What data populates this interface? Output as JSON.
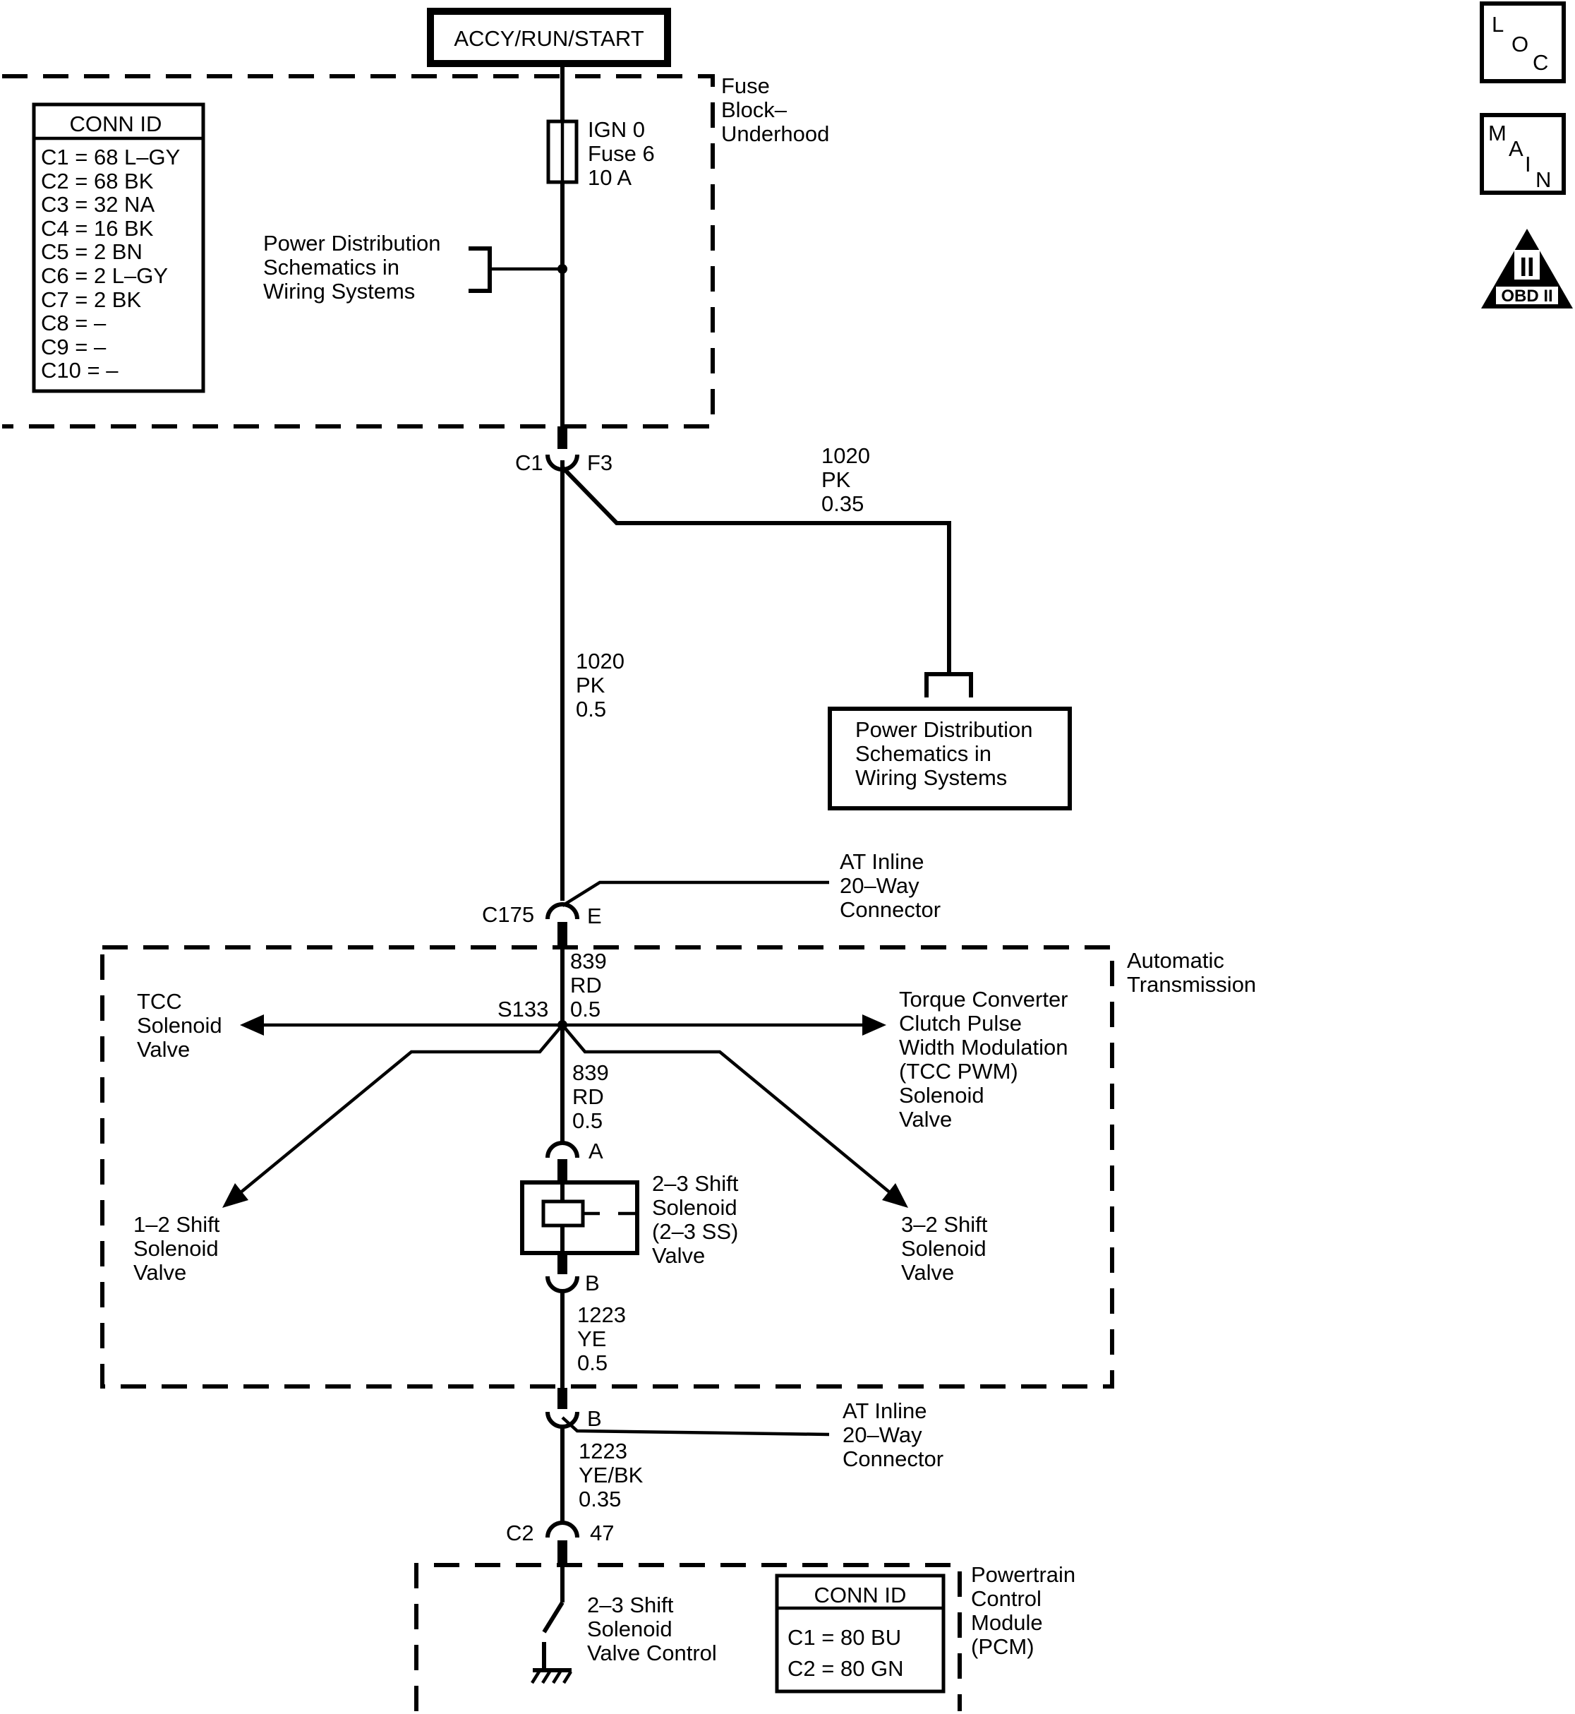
{
  "power_source": "ACCY/RUN/START",
  "fuse_block": {
    "label": [
      "Fuse",
      "Block–",
      "Underhood"
    ],
    "fuse": [
      "IGN 0",
      "Fuse 6",
      "10 A"
    ],
    "conn_id_title": "CONN ID",
    "conn_id": [
      "C1 = 68 L–GY",
      "C2 = 68 BK",
      "C3 = 32 NA",
      "C4 = 16 BK",
      "C5 = 2 BN",
      "C6 = 2 L–GY",
      "C7 = 2 BK",
      "C8 = –",
      "C9 = –",
      "C10 = –"
    ],
    "power_dist_ref": [
      "Power Distribution",
      "Schematics in",
      "Wiring Systems"
    ]
  },
  "connector_c1": {
    "left": "C1",
    "right": "F3"
  },
  "wire_branch": [
    "1020",
    "PK",
    "0.35"
  ],
  "wire_main": [
    "1020",
    "PK",
    "0.5"
  ],
  "power_dist_box": [
    "Power Distribution",
    "Schematics in",
    "Wiring Systems"
  ],
  "inline_top": {
    "label": [
      "AT Inline",
      "20–Way",
      "Connector"
    ],
    "connector": "C175",
    "pin": "E"
  },
  "automatic_transmission": {
    "label": [
      "Automatic",
      "Transmission"
    ],
    "wire_839_top": [
      "839",
      "RD",
      "0.5"
    ],
    "splice": "S133",
    "wire_839_bottom": [
      "839",
      "RD",
      "0.5"
    ],
    "tcc": [
      "TCC",
      "Solenoid",
      "Valve"
    ],
    "tcc_pwm": [
      "Torque Converter",
      "Clutch Pulse",
      "Width Modulation",
      "(TCC PWM)",
      "Solenoid",
      "Valve"
    ],
    "shift_12": [
      "1–2 Shift",
      "Solenoid",
      "Valve"
    ],
    "shift_32": [
      "3–2 Shift",
      "Solenoid",
      "Valve"
    ],
    "solenoid_23": [
      "2–3 Shift",
      "Solenoid",
      "(2–3 SS)",
      "Valve"
    ],
    "pin_a": "A",
    "pin_b": "B",
    "wire_1223": [
      "1223",
      "YE",
      "0.5"
    ]
  },
  "inline_bottom": {
    "pin": "B",
    "label": [
      "AT Inline",
      "20–Way",
      "Connector"
    ],
    "wire": [
      "1223",
      "YE/BK",
      "0.35"
    ]
  },
  "pcm_connector": {
    "left": "C2",
    "right": "47"
  },
  "pcm": {
    "label": [
      "Powertrain",
      "Control",
      "Module",
      "(PCM)"
    ],
    "control": [
      "2–3 Shift",
      "Solenoid",
      "Valve Control"
    ],
    "conn_id_title": "CONN ID",
    "conn_id": [
      "C1  =  80 BU",
      "C2  =  80 GN"
    ]
  },
  "badges": {
    "loc": [
      "L",
      "O",
      "C"
    ],
    "main": [
      "M",
      "A",
      "I",
      "N"
    ],
    "obd": [
      "II",
      "OBD II"
    ]
  }
}
